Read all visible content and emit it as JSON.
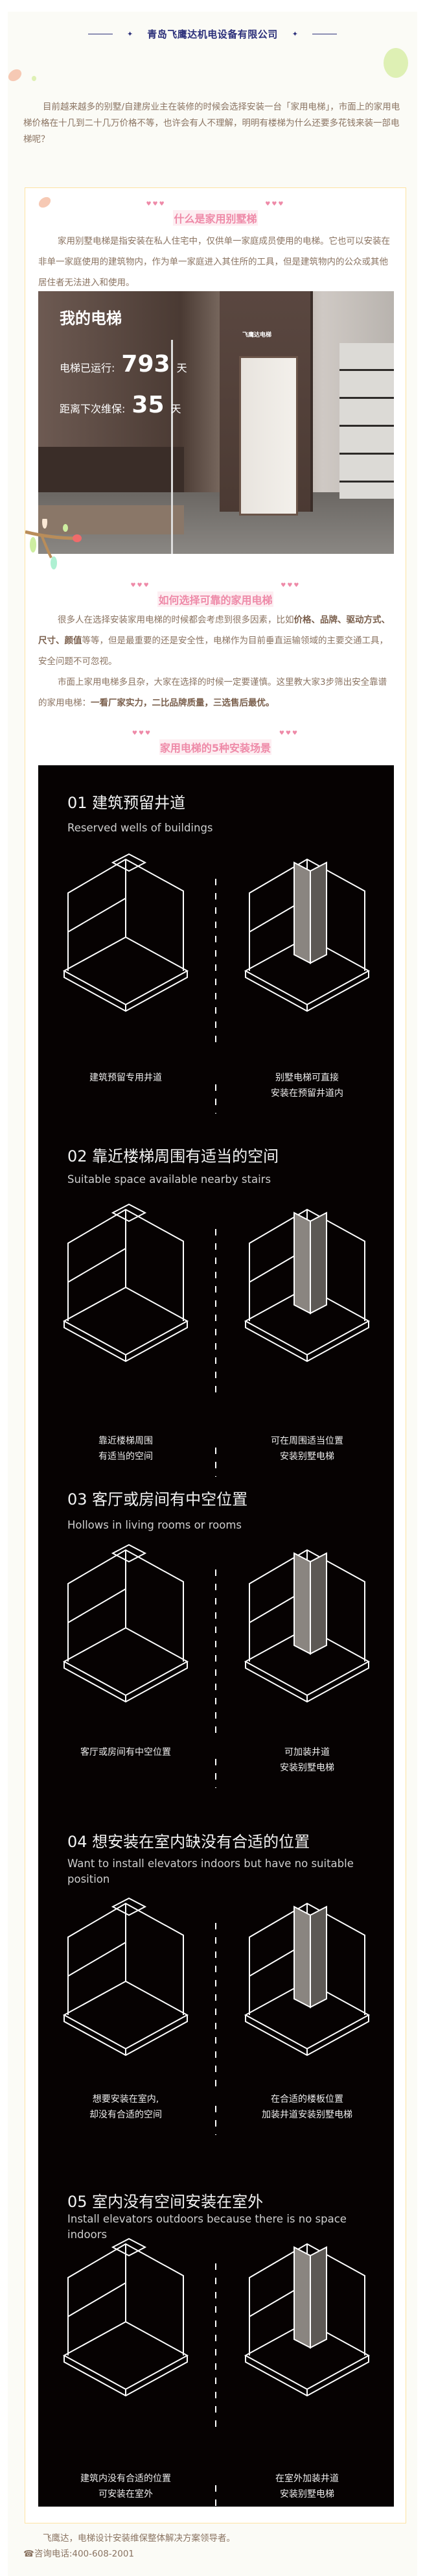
{
  "header": {
    "company": "青岛飞鹰达机电设备有限公司",
    "star": "✦"
  },
  "intro": "目前越来越多的别墅/自建房业主在装修的时候会选择安装一台「家用电梯」，市面上的家用电梯价格在十几到二十几万价格不等，也许会有人不理解，明明有楼梯为什么还要多花钱来装一部电梯呢？",
  "section1": {
    "title": "什么是家用别墅梯",
    "text": "家用别墅电梯是指安装在私人住宅中，仅供单一家庭成员使用的电梯。它也可以安装在非单一家庭使用的建筑物内，作为单一家庭进入其住所的工具，但是建筑物内的公众或其他居住者无法进入和使用。"
  },
  "photo": {
    "title": "我的电梯",
    "brand": "飞鹰达电梯",
    "run_label": "电梯已运行:",
    "run_days": "793",
    "next_label": "距离下次维保:",
    "next_days": "35",
    "unit": "天"
  },
  "section2": {
    "title": "如何选择可靠的家用电梯",
    "p1a": "很多人在选择安装家用电梯的时候都会考虑到很多因素，比如",
    "p1b": "价格、品牌、驱动方式、尺寸、颜值",
    "p1c": "等等，但是最重要的还是安全性，电梯作为目前垂直运输领域的主要交通工具，安全问题不可忽视。",
    "p2a": "市面上家用电梯多且杂，大家在选择的时候一定要谨慎。这里教大家3步筛出安全靠谱的家用电梯：",
    "p2b": "一看厂家实力，二比品牌质量，三选售后最优。"
  },
  "section3": {
    "title": "家用电梯的5种安装场景"
  },
  "scenes": [
    {
      "title": "01 建筑预留井道",
      "en": "Reserved wells of buildings",
      "left": [
        "建筑预留专用井道"
      ],
      "right": [
        "别墅电梯可直接",
        "安装在预留井道内"
      ]
    },
    {
      "title": "02 靠近楼梯周围有适当的空间",
      "en": "Suitable space available nearby stairs",
      "left": [
        "靠近楼梯周围",
        "有适当的空间"
      ],
      "right": [
        "可在周围适当位置",
        "安装别墅电梯"
      ]
    },
    {
      "title": "03 客厅或房间有中空位置",
      "en": "Hollows in living rooms or rooms",
      "left": [
        "客厅或房间有中空位置"
      ],
      "right": [
        "可加装井道",
        "安装别墅电梯"
      ]
    },
    {
      "title": "04 想安装在室内缺没有合适的位置",
      "en": "Want to install elevators indoors but have no suitable position",
      "left": [
        "想要安装在室内,",
        "却没有合适的空间"
      ],
      "right": [
        "在合适的楼板位置",
        "加装井道安装别墅电梯"
      ]
    },
    {
      "title": "05 室内没有空间安装在室外",
      "en": "Install elevators outdoors because there is no space indoors",
      "left": [
        "建筑内没有合适的位置",
        "可安装在室外"
      ],
      "right": [
        "在室外加装井道",
        "安装别墅电梯"
      ]
    }
  ],
  "footer": {
    "slogan": "飞鹰达，电梯设计安装维保整体解决方案领导者。",
    "phone_icon": "☎",
    "phone": "咨询电话:400-608-2001"
  },
  "colors": {
    "accent_pink": "#ee8aa8",
    "navy": "#2b2f7a",
    "text": "#8a7361",
    "border": "#fde3a3"
  }
}
